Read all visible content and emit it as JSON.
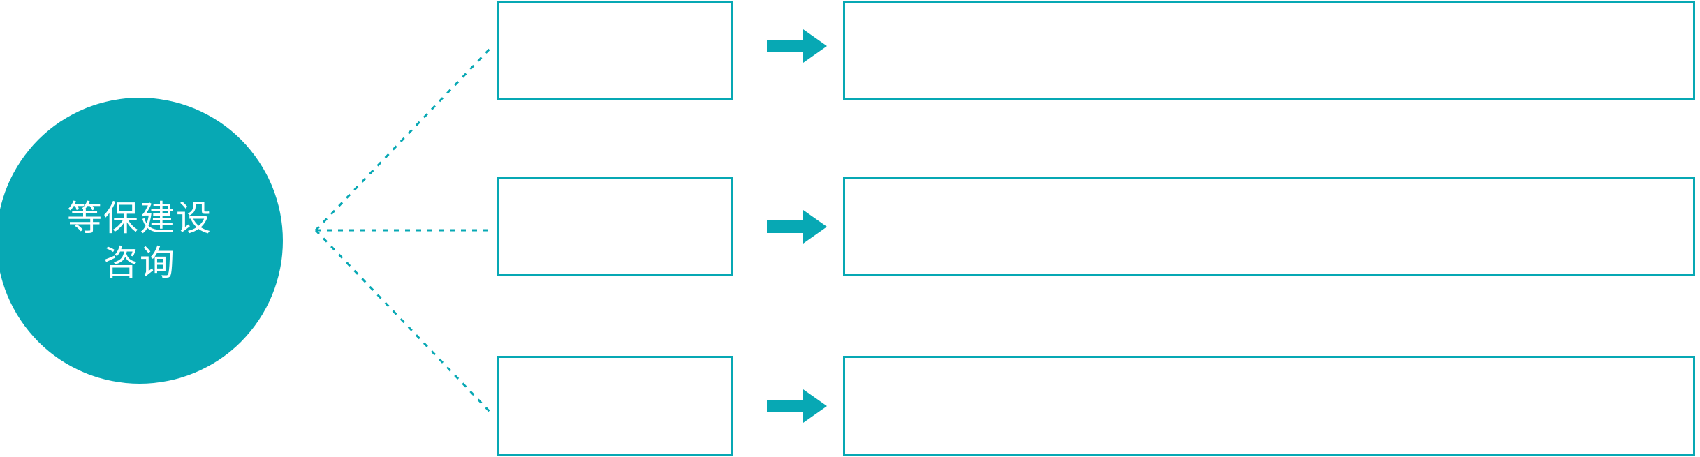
{
  "diagram": {
    "type": "fan-out-process",
    "accent_color": "#07A8B4",
    "background_color": "#FFFFFF",
    "hub": {
      "name": "hub-node",
      "shape": "circle",
      "fill": "#07A8B4",
      "text_color": "#FFFFFF",
      "lines": [
        "等保建设",
        "咨询"
      ]
    },
    "connector": {
      "name": "dotted-fan-connector",
      "style": "dotted",
      "color": "#07A8B4",
      "branch_count": 3
    },
    "rows": [
      {
        "index": 1,
        "stage_box": {
          "text": ""
        },
        "arrow": {
          "icon": "arrow-right-icon",
          "color": "#07A8B4"
        },
        "detail_box": {
          "text": ""
        }
      },
      {
        "index": 2,
        "stage_box": {
          "text": ""
        },
        "arrow": {
          "icon": "arrow-right-icon",
          "color": "#07A8B4"
        },
        "detail_box": {
          "text": ""
        }
      },
      {
        "index": 3,
        "stage_box": {
          "text": ""
        },
        "arrow": {
          "icon": "arrow-right-icon",
          "color": "#07A8B4"
        },
        "detail_box": {
          "text": ""
        }
      }
    ]
  }
}
